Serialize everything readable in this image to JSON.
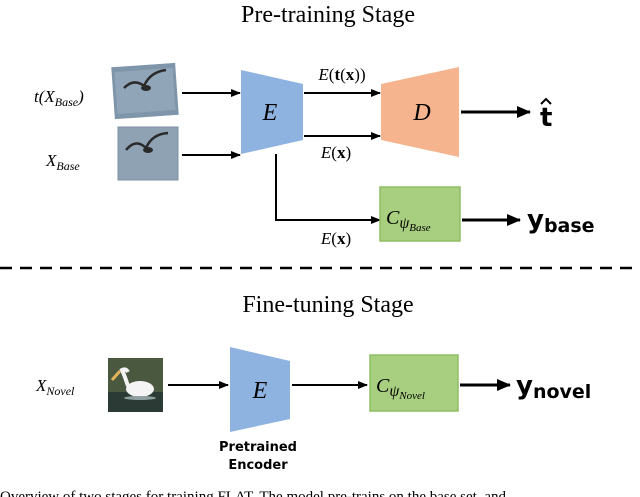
{
  "pretraining": {
    "title": "Pre-training Stage",
    "input_transformed": "t(X_Base)",
    "input_base": "X_Base",
    "encoder": "E",
    "decoder": "D",
    "feat_transformed": "E(t(x))",
    "feat_base": "E(x)",
    "feat_base_2": "E(x)",
    "classifier": "C_ψ_Base",
    "output_t": "t̂",
    "output_y": "y_base"
  },
  "finetuning": {
    "title": "Fine-tuning Stage",
    "input_novel": "X_Novel",
    "encoder": "E",
    "encoder_caption_line1": "Pretrained",
    "encoder_caption_line2": "Encoder",
    "classifier": "C_ψ_Novel",
    "output_y": "y_novel"
  },
  "caption_fragment": "Overview of two stages for training FLAT. The model pre-trains on the base set, and",
  "colors": {
    "encoder": "#8fb3e0",
    "decoder": "#f6b48e",
    "classifier": "#a8cf7f",
    "classifier_border": "#8fbd63",
    "arrow": "#000000"
  }
}
